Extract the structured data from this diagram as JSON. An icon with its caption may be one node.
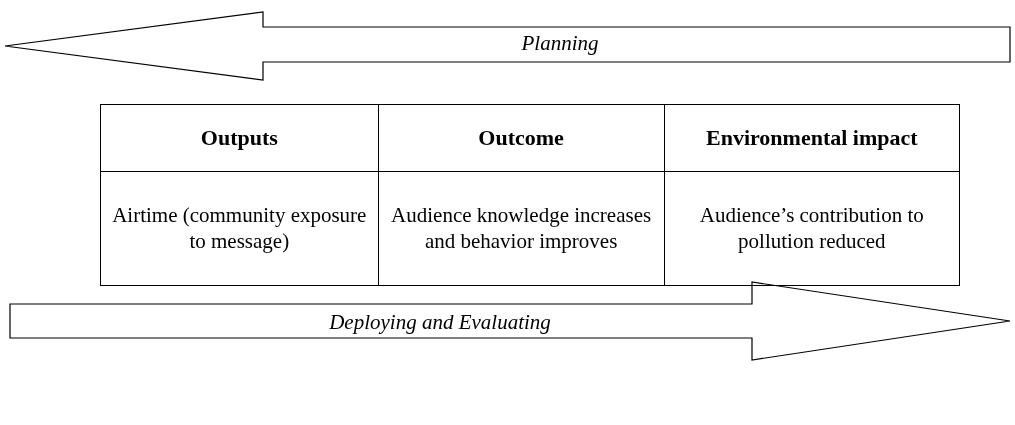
{
  "diagram": {
    "nodes": [
      {
        "text": [
          "Planning"
        ]
      },
      {
        "text": [
          "Deploying and Evaluating"
        ]
      }
    ],
    "labels": [
      "Outputs",
      "Outcome",
      "Environmental impact",
      "Airtime (community exposure to message)",
      "Audience knowledge increases and behavior improves",
      "Audience’s contribution to pollution reduced"
    ]
  }
}
